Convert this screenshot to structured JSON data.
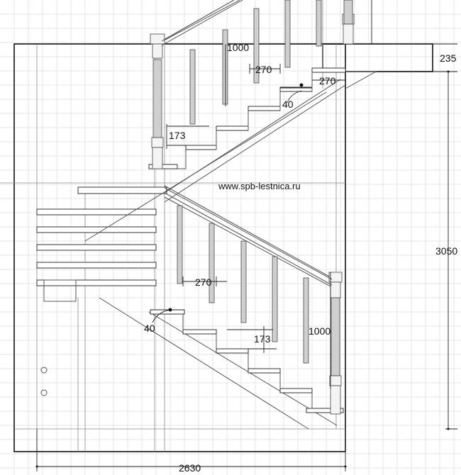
{
  "website": "www.spb-lestnica.ru",
  "dimensions": {
    "landing_thickness": "235",
    "total_height": "3050",
    "total_width": "2630",
    "upper": {
      "railing_height": "1000",
      "tread_depth": "270",
      "tread_depth_top": "270",
      "nosing": "40",
      "riser_height": "173"
    },
    "lower": {
      "tread_depth": "270",
      "nosing": "40",
      "riser_height": "173",
      "railing_height": "1000"
    }
  },
  "colors": {
    "grid": "#e4e4ee",
    "outline": "#111111",
    "construction": "#8a8a8a"
  }
}
